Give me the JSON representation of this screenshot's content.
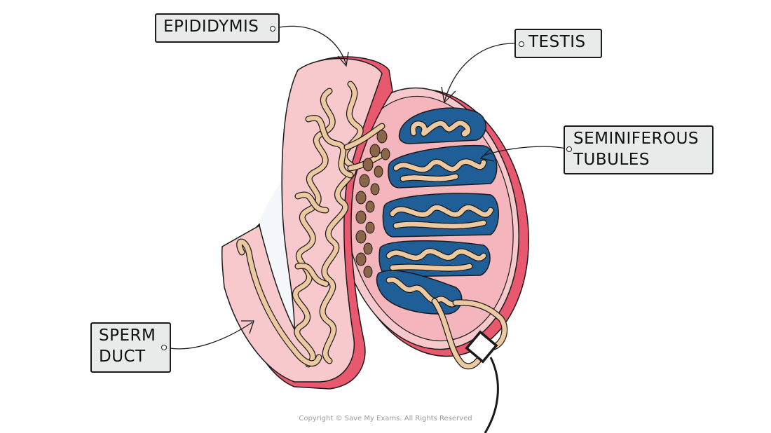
{
  "labels": {
    "epididymis": "EPIDIDYMIS",
    "testis": "TESTIS",
    "seminiferous_line1": "SEMINIFEROUS",
    "seminiferous_line2": "TUBULES",
    "sperm_line1": "SPERM",
    "sperm_line2": "DUCT"
  },
  "copyright": "Copyright © Save My Exams. All Rights Reserved",
  "colors": {
    "tissue_pink": "#f7c9cc",
    "inner_pink": "#f4b6bc",
    "edge_pink": "#e8586e",
    "tubule_blue": "#1f5e96",
    "tubule_tan": "#ecc9a0",
    "dot_brown": "#8a6547",
    "label_bg": "#e9eaea",
    "outline": "#1a1a1a"
  }
}
